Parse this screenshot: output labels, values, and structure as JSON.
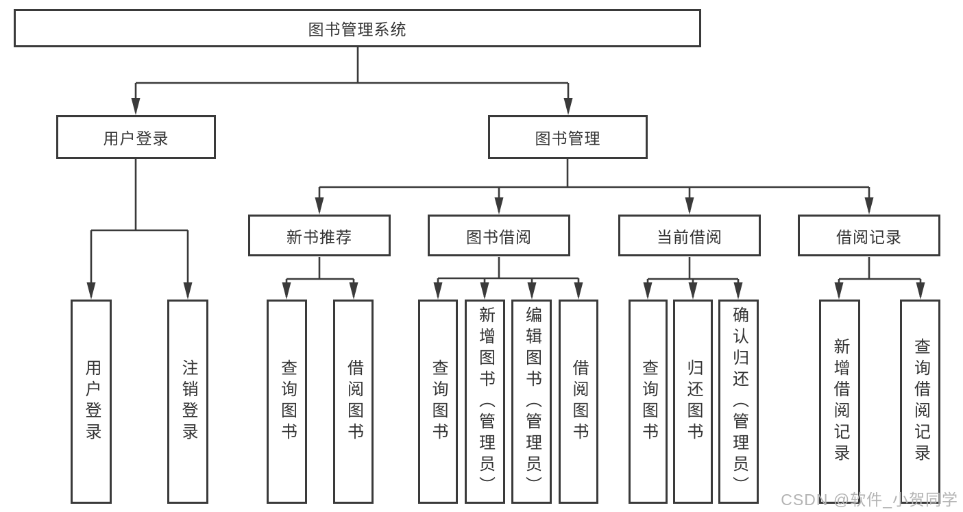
{
  "tree": {
    "root": {
      "label": "图书管理系统"
    },
    "branches": [
      {
        "label": "用户登录",
        "leaves": [
          {
            "label": "用户登录"
          },
          {
            "label": "注销登录"
          }
        ]
      },
      {
        "label": "图书管理",
        "groups": [
          {
            "label": "新书推荐",
            "leaves": [
              {
                "label": "查询图书"
              },
              {
                "label": "借阅图书"
              }
            ]
          },
          {
            "label": "图书借阅",
            "leaves": [
              {
                "label": "查询图书"
              },
              {
                "label": "新增图书（管理员）"
              },
              {
                "label": "编辑图书（管理员）"
              },
              {
                "label": "借阅图书"
              }
            ]
          },
          {
            "label": "当前借阅",
            "leaves": [
              {
                "label": "查询图书"
              },
              {
                "label": "归还图书"
              },
              {
                "label": "确认归还（管理员）"
              }
            ]
          },
          {
            "label": "借阅记录",
            "leaves": [
              {
                "label": "新增借阅记录"
              },
              {
                "label": "查询借阅记录"
              }
            ]
          }
        ]
      }
    ]
  },
  "watermark": {
    "text": "CSDN @软件_小贺同学"
  },
  "colors": {
    "line": "#3a3a3a",
    "text": "#333333",
    "box_background": "#ffffff",
    "page_background": "#ffffff",
    "watermark": "#b3b3b3"
  }
}
